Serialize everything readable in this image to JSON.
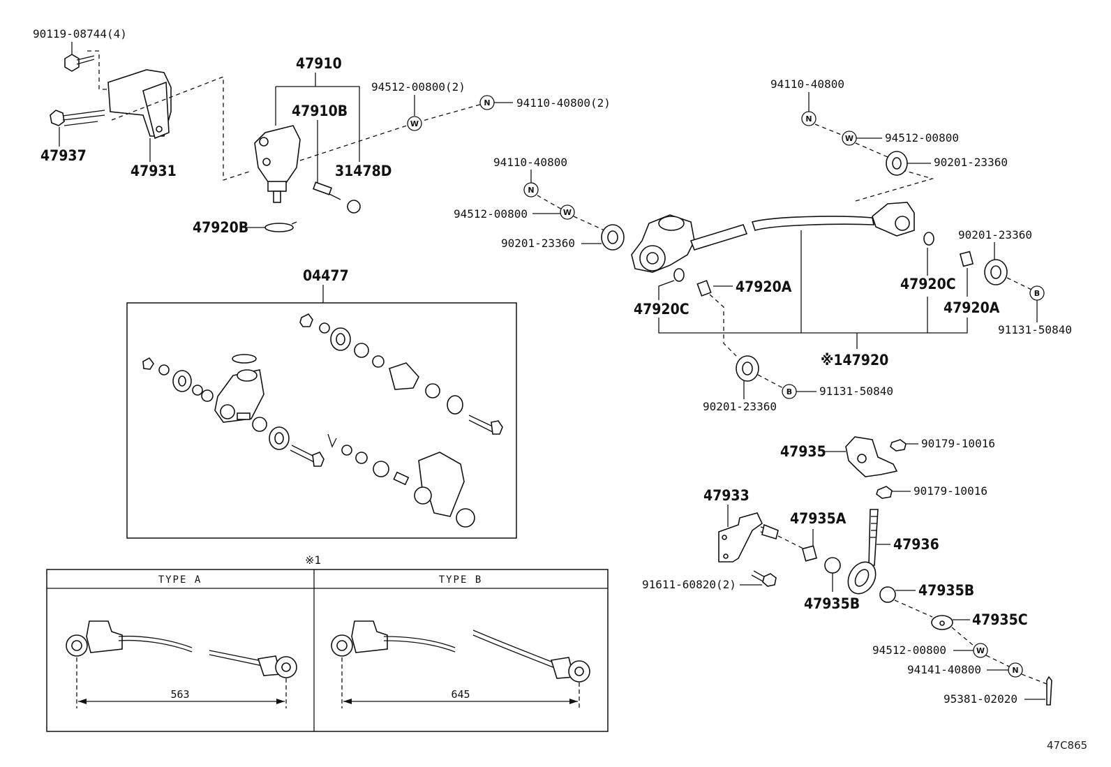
{
  "diagram_id": "47C865",
  "labels": {
    "l_90119": "90119-08744(4)",
    "l_47937": "47937",
    "l_47931": "47931",
    "l_47910": "47910",
    "l_47910B": "47910B",
    "l_31478D": "31478D",
    "l_47920B": "47920B",
    "l_94512_top": "94512-00800(2)",
    "l_94110_top": "94110-40800(2)",
    "l_94110_r": "94110-40800",
    "l_94512_r": "94512-00800",
    "l_90201_r": "90201-23360",
    "l_94110_m": "94110-40800",
    "l_94512_m": "94512-00800",
    "l_90201_m": "90201-23360",
    "l_90201_rr": "90201-23360",
    "l_47920C_r": "47920C",
    "l_47920A_r": "47920A",
    "l_91131_r": "91131-50840",
    "l_47920A_m": "47920A",
    "l_47920C_m": "47920C",
    "l_47920": "※147920",
    "l_90201_b": "90201-23360",
    "l_91131_b": "91131-50840",
    "l_04477": "04477",
    "l_note1": "※1",
    "l_typeA": "TYPE A",
    "l_typeB": "TYPE B",
    "l_563": "563",
    "l_645": "645",
    "l_47935": "47935",
    "l_90179_a": "90179-10016",
    "l_90179_b": "90179-10016",
    "l_47933": "47933",
    "l_47935A": "47935A",
    "l_47936": "47936",
    "l_91611": "91611-60820(2)",
    "l_47935B_l": "47935B",
    "l_47935B_r": "47935B",
    "l_47935C": "47935C",
    "l_94512_b": "94512-00800",
    "l_94141": "94141-40800",
    "l_95381": "95381-02020"
  },
  "symbols": {
    "nut": "N",
    "washer": "W",
    "bolt": "B"
  }
}
